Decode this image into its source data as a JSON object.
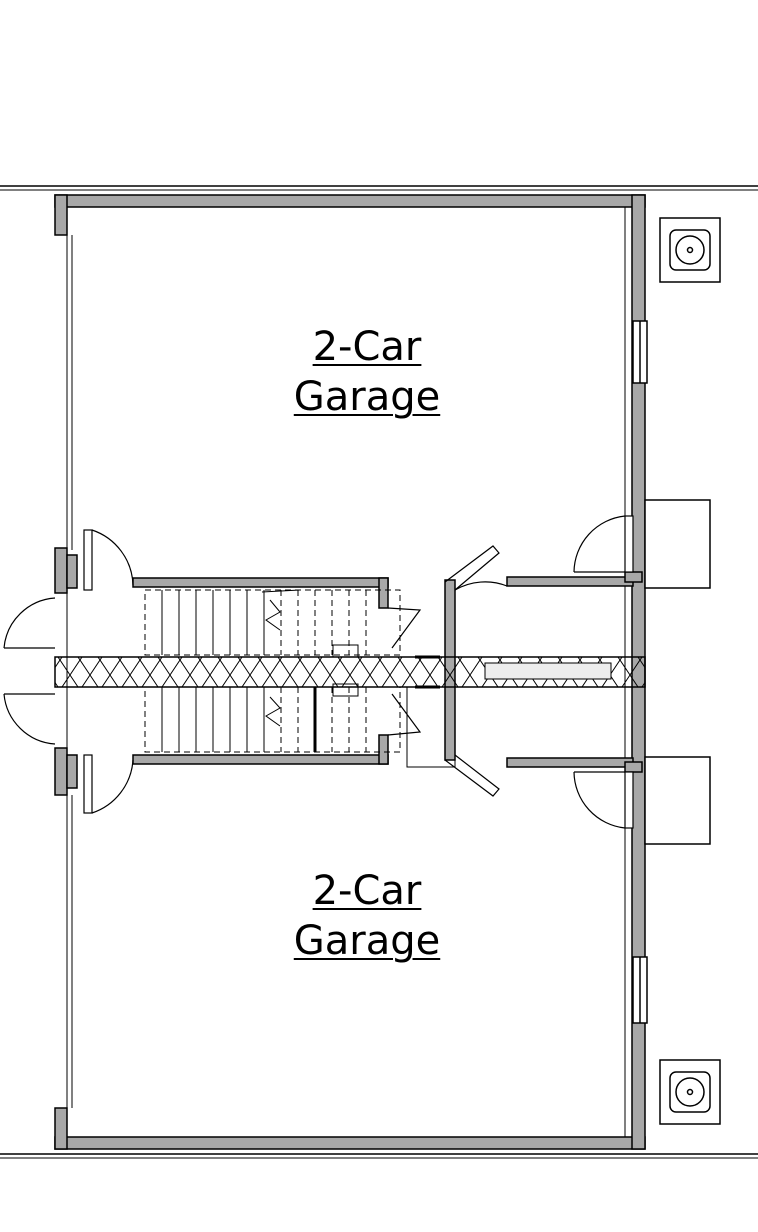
{
  "rooms": [
    {
      "line1": "2-Car",
      "line2": "Garage"
    },
    {
      "line1": "2-Car",
      "line2": "Garage"
    }
  ],
  "colors": {
    "wall_fill": "#a8a8a8",
    "line": "#000000",
    "hatch_fill": "#d9d9d9",
    "background": "#ffffff"
  }
}
